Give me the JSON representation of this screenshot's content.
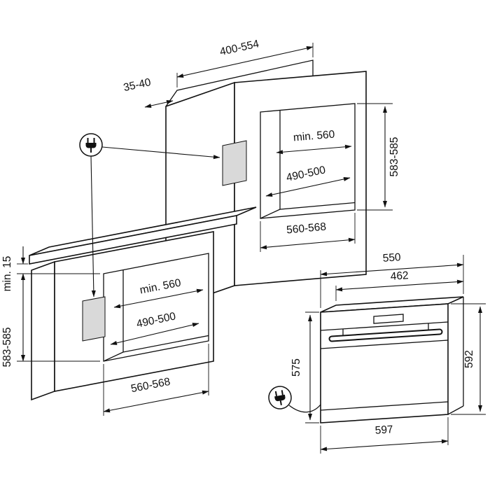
{
  "diagram": {
    "kind": "built-in oven installation dimension drawing",
    "colors": {
      "line": "#111111",
      "outlet_zone_fill": "#d9d9d9",
      "background": "#ffffff"
    },
    "icons": {
      "power_plug": "plug-in-circle"
    }
  },
  "labels": {
    "tall": {
      "top_cutout": "400-554",
      "panel": "35-40",
      "width_min": "min. 560",
      "depth": "490-500",
      "opening": "560-568",
      "height": "583-585"
    },
    "base": {
      "gap": "min. 15",
      "height": "583-585",
      "width_min": "min. 560",
      "depth": "490-500",
      "opening": "560-568"
    },
    "oven": {
      "depth_total": "550",
      "depth_body": "462",
      "height_front": "575",
      "height_back": "592",
      "width": "597"
    }
  }
}
